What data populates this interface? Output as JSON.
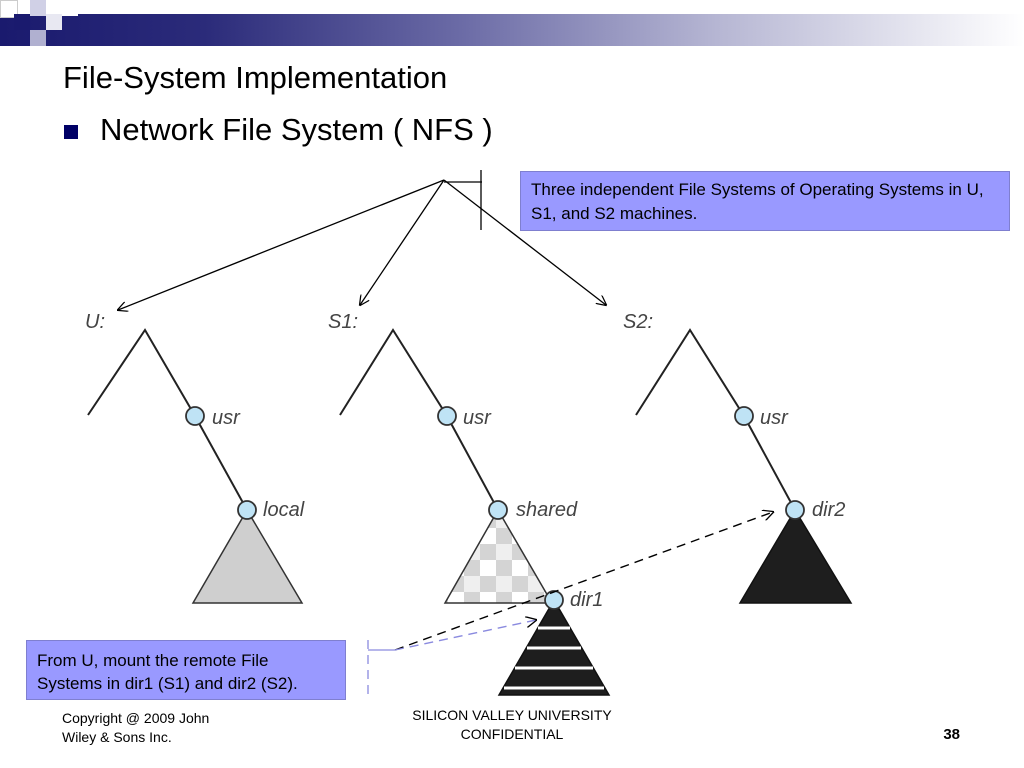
{
  "slide": {
    "title": "File-System Implementation",
    "bullet": "Network File System ( NFS )",
    "callout_top": "Three independent File Systems of Operating Systems in U, S1, and S2 machines.",
    "callout_left": "From U, mount the remote File Systems in dir1 (S1) and dir2 (S2).",
    "page_number": "38",
    "accent_color": "#9999ff",
    "header_color": "#1a1a6e"
  },
  "diagram": {
    "machines": [
      {
        "label": "U:",
        "usr": "usr",
        "leaf": "local"
      },
      {
        "label": "S1:",
        "usr": "usr",
        "leaf": "shared"
      },
      {
        "label": "S2:",
        "usr": "usr",
        "leaf": "dir2"
      }
    ],
    "mount_point": "dir1"
  },
  "footer": {
    "copyright_line1": "Copyright @ 2009 John",
    "copyright_line2": "Wiley & Sons Inc.",
    "center_line1": "SILICON VALLEY UNIVERSITY",
    "center_line2": "CONFIDENTIAL"
  }
}
